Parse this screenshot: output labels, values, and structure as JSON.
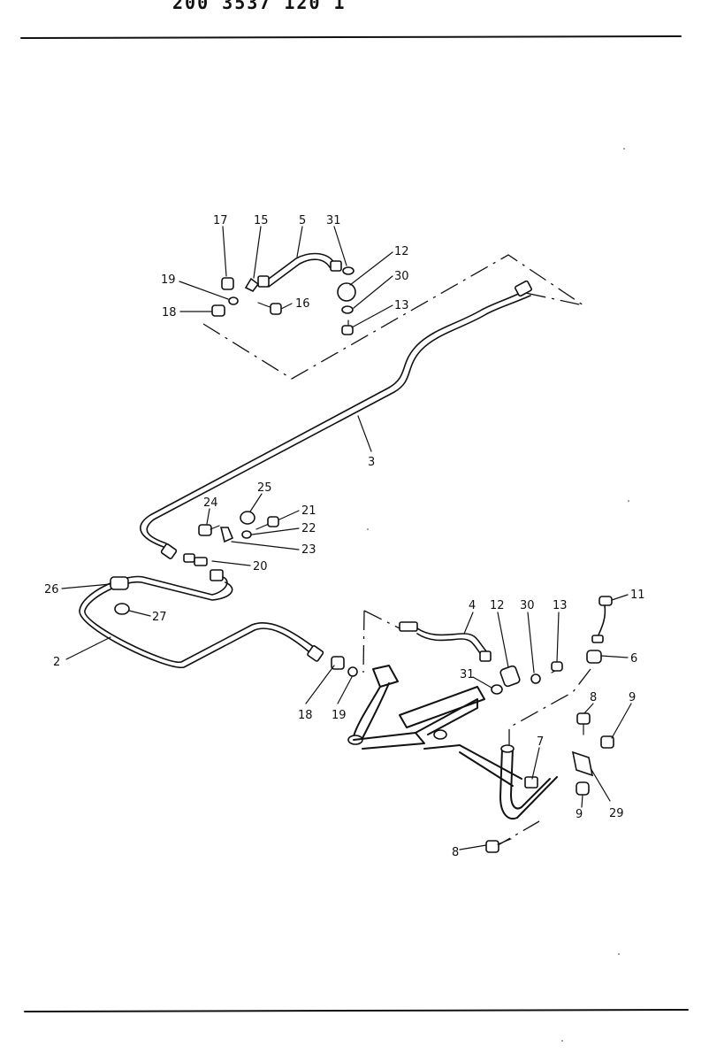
{
  "header": {
    "code": "200 3537 120 1"
  },
  "callouts": [
    {
      "id": "c17a",
      "text": "17"
    },
    {
      "id": "c15",
      "text": "15"
    },
    {
      "id": "c5",
      "text": "5"
    },
    {
      "id": "c31a",
      "text": "31"
    },
    {
      "id": "c12a",
      "text": "12"
    },
    {
      "id": "c19a",
      "text": "19"
    },
    {
      "id": "c30a",
      "text": "30"
    },
    {
      "id": "c16",
      "text": "16"
    },
    {
      "id": "c18a",
      "text": "18"
    },
    {
      "id": "c13a",
      "text": "13"
    },
    {
      "id": "c3",
      "text": "3"
    },
    {
      "id": "c25",
      "text": "25"
    },
    {
      "id": "c24",
      "text": "24"
    },
    {
      "id": "c21",
      "text": "21"
    },
    {
      "id": "c22",
      "text": "22"
    },
    {
      "id": "c23",
      "text": "23"
    },
    {
      "id": "c20",
      "text": "20"
    },
    {
      "id": "c26",
      "text": "26"
    },
    {
      "id": "c27",
      "text": "27"
    },
    {
      "id": "c2",
      "text": "2"
    },
    {
      "id": "c4",
      "text": "4"
    },
    {
      "id": "c12b",
      "text": "12"
    },
    {
      "id": "c30b",
      "text": "30"
    },
    {
      "id": "c13b",
      "text": "13"
    },
    {
      "id": "c11",
      "text": "11"
    },
    {
      "id": "c6",
      "text": "6"
    },
    {
      "id": "c31b",
      "text": "31"
    },
    {
      "id": "c18b",
      "text": "18"
    },
    {
      "id": "c19b",
      "text": "19"
    },
    {
      "id": "c8a",
      "text": "8"
    },
    {
      "id": "c9a",
      "text": "9"
    },
    {
      "id": "c7",
      "text": "7"
    },
    {
      "id": "c29",
      "text": "29"
    },
    {
      "id": "c9b",
      "text": "9"
    },
    {
      "id": "c8b",
      "text": "8"
    }
  ]
}
